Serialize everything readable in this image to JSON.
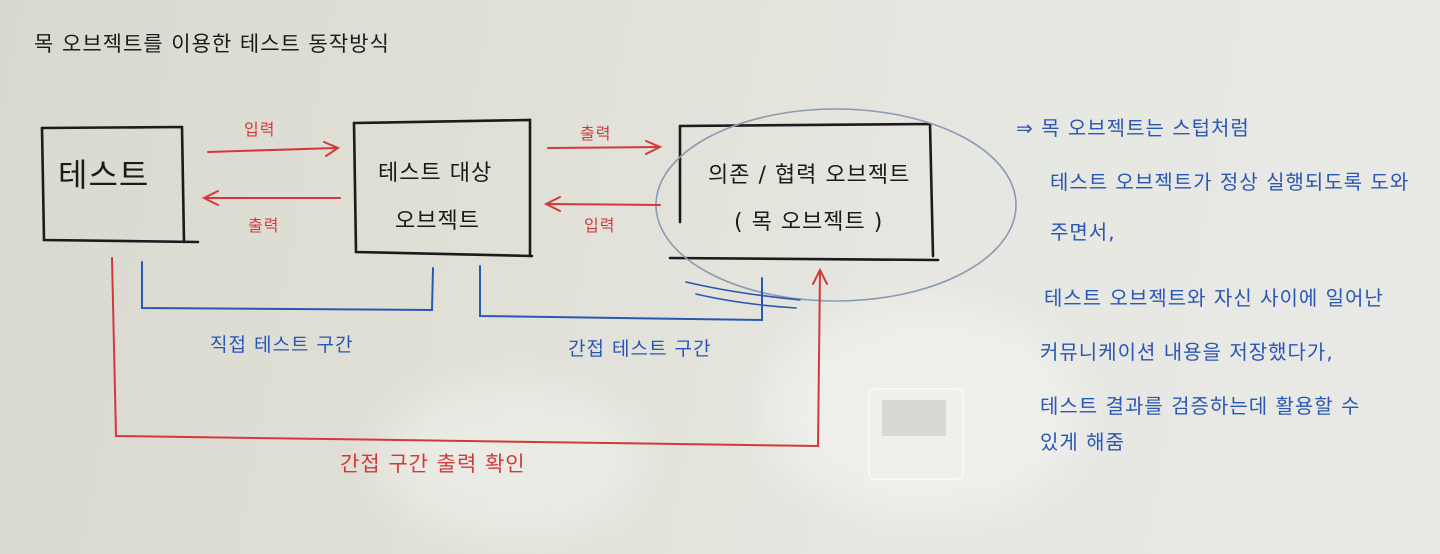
{
  "title": "목 오브젝트를 이용한 테스트 동작방식",
  "boxes": {
    "test": "테스트",
    "target_line1": "테스트 대상",
    "target_line2": "오브젝트",
    "dependency_line1": "의존 / 협력 오브젝트",
    "dependency_line2": "( 목 오브젝트 )"
  },
  "arrows": {
    "test_to_target": "입력",
    "target_to_test": "출력",
    "target_to_dependency": "출력",
    "dependency_to_target": "입력"
  },
  "ranges": {
    "direct": "직접 테스트 구간",
    "indirect": "간접 테스트 구간",
    "indirect_output": "간접 구간 출력 확인"
  },
  "notes": [
    "⇒ 목 오브젝트는 스텁처럼",
    "테스트 오브젝트가 정상 실행되도록 도와",
    "주면서,",
    "테스트 오브젝트와 자신 사이에 일어난",
    "커뮤니케이션 내용을 저장했다가,",
    "테스트 결과를 검증하는데 활용할 수",
    "있게 해줌"
  ],
  "colors": {
    "black_ink": "#1b1b1b",
    "red_ink": "#d23a3a",
    "blue_ink": "#2a56b6",
    "board": "#e2e3db"
  }
}
